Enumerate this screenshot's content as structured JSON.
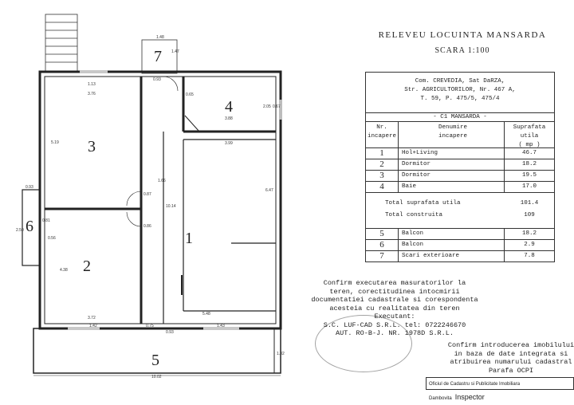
{
  "plan": {
    "rooms": [
      {
        "label": "1"
      },
      {
        "label": "2"
      },
      {
        "label": "3"
      },
      {
        "label": "4"
      },
      {
        "label": "5"
      },
      {
        "label": "6"
      },
      {
        "label": "7"
      }
    ],
    "dims": {
      "d1_48": "1.48",
      "d1_47": "1.47",
      "d1_13": "1.13",
      "d3_76": "3.76",
      "d0_93a": "0.93",
      "d0_65": "0.65",
      "d2_05": "2.05",
      "d0_67": "0.67",
      "d3_88": "3.88",
      "d3_99": "3.99",
      "d5_19": "5.19",
      "d0_87": "0.87",
      "d1_66": "1.66",
      "d10_14": "10.14",
      "d6_47": "6.47",
      "d0_93b": "0.93",
      "d2_50": "2.50",
      "d0_81": "0.81",
      "d0_56": "0.56",
      "d0_86": "0.86",
      "d4_38": "4.38",
      "d3_72": "3.72",
      "d5_48": "5.48",
      "d1_42": "1.42",
      "d0_75": "0.75",
      "d0_93c": "0.93",
      "d1_43": "1.43",
      "d1_82": "1.82",
      "d10_02": "10.02"
    }
  },
  "header": {
    "title": "RELEVEU LOCUINTA MANSARDA",
    "scale": "SCARA 1:100"
  },
  "table": {
    "address": [
      "Com. CREVEDIA, Sat DaRZA,",
      "Str. AGRICULTORILOR, Nr. 467 A,",
      "T. 59, P. 475/5, 475/4"
    ],
    "section": "- C1 MANSARDA -",
    "headers": {
      "nr": "Nr.",
      "nr2": "incapere",
      "name": "Denumire",
      "name2": "incapere",
      "area": "Suprafata utila",
      "area2": "( mp )"
    },
    "rooms": [
      {
        "nr": "1",
        "name": "Hol+Living",
        "area": "46.7"
      },
      {
        "nr": "2",
        "name": "Dormitor",
        "area": "18.2"
      },
      {
        "nr": "3",
        "name": "Dormitor",
        "area": "19.5"
      },
      {
        "nr": "4",
        "name": "Baie",
        "area": "17.0"
      }
    ],
    "totals": [
      {
        "label": "Total suprafata utila",
        "value": "101.4"
      },
      {
        "label": "Total construita",
        "value": "109"
      }
    ],
    "extra": [
      {
        "nr": "5",
        "name": "Balcon",
        "area": "18.2"
      },
      {
        "nr": "6",
        "name": "Balcon",
        "area": "2.9"
      },
      {
        "nr": "7",
        "name": "Scari exterioare",
        "area": "7.8"
      }
    ]
  },
  "confirm": {
    "lines": [
      "Confirm executarea masuratorilor la",
      "teren, corectitudinea intocmirii",
      "documentatiei cadastrale si corespondenta",
      "acesteia cu realitatea din teren",
      "Executant:",
      "S.C. LUF-CAD S.R.L. tel: 0722246670",
      "AUT. RO-B-J. NR. 1978D S.R.L."
    ]
  },
  "confirm2": {
    "lines": [
      "Confirm introducerea imobilului",
      "in baza de date integrata si",
      "atribuirea numarului cadastral",
      "Parafa OCPI"
    ]
  },
  "ocpi": {
    "prefix": "Oficiul de Cadastru si Publicitate Imobiliara Dambovita",
    "label": "Inspector"
  }
}
